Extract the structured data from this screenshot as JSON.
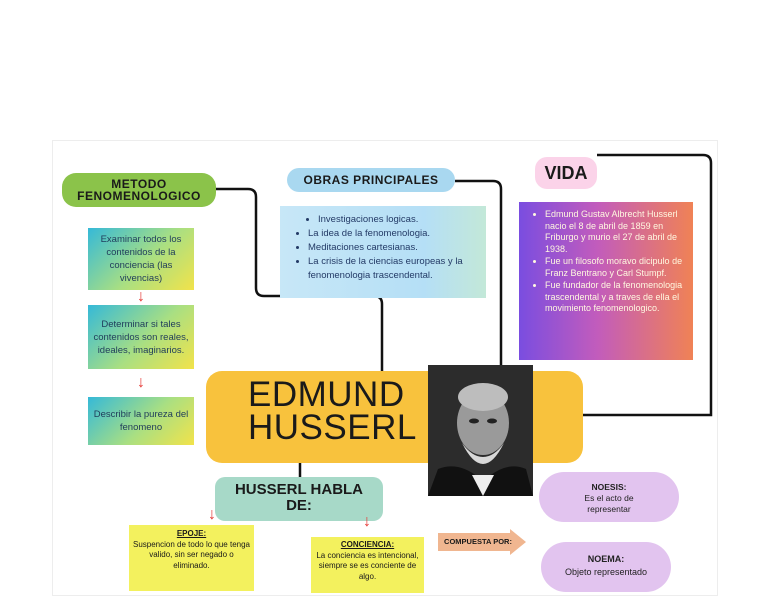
{
  "metodo": {
    "title": "METODO\nFENOMENOLOGICO",
    "steps": [
      "Examinar todos los contenidos de la conciencia (las vivencias)",
      "Determinar si tales contenidos son reales, ideales, imaginarios.",
      "Describir la pureza del fenomeno"
    ]
  },
  "obras": {
    "title": "OBRAS PRINCIPALES",
    "items": [
      "Investigaciones logicas.",
      "La idea de la fenomenologia.",
      "Meditaciones cartesianas.",
      "La crisis de la ciencias europeas y la fenomenologia trascendental."
    ]
  },
  "vida": {
    "title": "VIDA",
    "items": [
      "Edmund Gustav Albrecht Husserl  nacio el 8 de abril de 1859 en Friburgo y murio el 27 de abril de 1938.",
      "Fue un filosofo moravo dicipulo de Franz Bentrano y Carl Stumpf.",
      "Fue fundador de la fenomenologia trascendental y a traves de ella el movimiento fenomenologico."
    ]
  },
  "central": {
    "title": "EDMUND\nHUSSERL"
  },
  "habla": {
    "title": "HUSSERL HABLA\nDE:"
  },
  "epoje": {
    "title": "EPOJE:",
    "text": "Suspencion de todo lo que tenga valido, sin ser negado o eliminado."
  },
  "conciencia": {
    "title": "CONCIENCIA:",
    "text": "La conciencia es intencional, siempre se es conciente de algo."
  },
  "compuesta": {
    "label": "COMPUESTA POR:"
  },
  "noesis": {
    "title": "NOESIS:",
    "text": "Es el acto de representar"
  },
  "noema": {
    "title": "NOEMA:",
    "text": "Objeto representado"
  },
  "colors": {
    "metodo_header": "#8bc34a",
    "obras_header": "#a9d8f0",
    "vida_header": "#fbd3e9",
    "central": "#f8c23d",
    "habla": "#a7d9c8",
    "concept_box": "#f3f15e",
    "noesis_noema": "#e2c4ef",
    "arrows": "#e53935"
  },
  "icons": [
    "down-arrow-icon",
    "right-arrow-icon",
    "portrait-photo"
  ]
}
